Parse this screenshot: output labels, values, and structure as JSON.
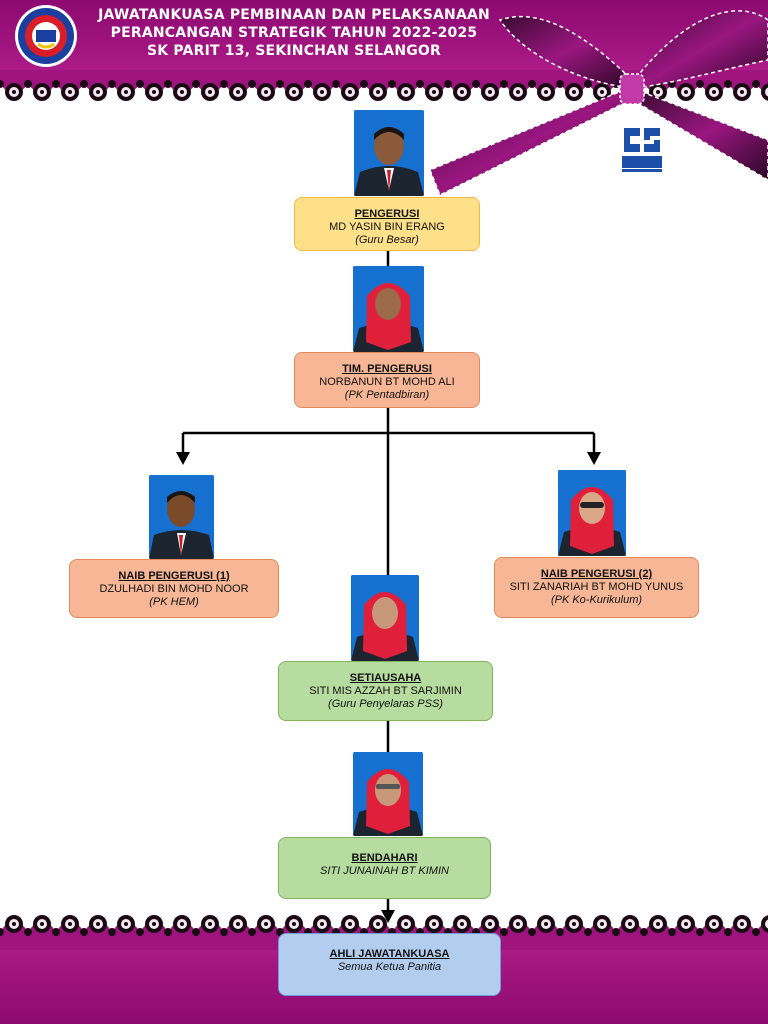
{
  "header": {
    "line1": "JAWATANKUASA  PEMBINAAN DAN PELAKSANAAN",
    "line2": "PERANCANGAN STRATEGIK TAHUN 2022-2025",
    "line3": "SK PARIT 13, SEKINCHAN SELANGOR"
  },
  "logos": {
    "school_logo": "school-crest",
    "badge_logo": "program-badge"
  },
  "colors": {
    "band": "#a0147f",
    "yellow": "#ffe08a",
    "orange": "#f7b796",
    "green": "#b7dca0",
    "blue": "#b3cdee"
  },
  "org": {
    "pengerusi": {
      "role": "PENGERUSI",
      "name": "MD YASIN BIN ERANG",
      "sub": "(Guru Besar)"
    },
    "tim_pengerusi": {
      "role": "TIM. PENGERUSI",
      "name": "NORBANUN BT MOHD ALI",
      "sub": "(PK Pentadbiran)"
    },
    "naib1": {
      "role": "NAIB PENGERUSI (1)",
      "name": "DZULHADI BIN MOHD NOOR",
      "sub": "(PK HEM)"
    },
    "naib2": {
      "role": "NAIB PENGERUSI (2)",
      "name": "SITI ZANARIAH BT MOHD YUNUS",
      "sub": "(PK Ko-Kurikulum)"
    },
    "setiausaha": {
      "role": "SETIAUSAHA",
      "name": "SITI MIS AZZAH BT SARJIMIN",
      "sub": "(Guru Penyelaras PSS)"
    },
    "bendahari": {
      "role": "BENDAHARI",
      "name": "SITI JUNAINAH BT KIMIN",
      "sub": ""
    },
    "ahli": {
      "role": "AHLI JAWATANKUASA",
      "name": "Semua Ketua Panitia",
      "sub": ""
    }
  }
}
